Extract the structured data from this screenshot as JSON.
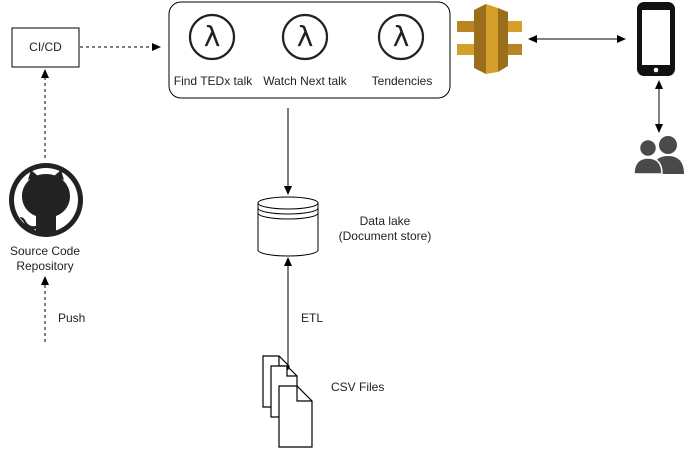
{
  "diagram": {
    "cicd": {
      "label": "CI/CD"
    },
    "lambda_group": {
      "functions": [
        {
          "label": "Find TEDx talk"
        },
        {
          "label": "Watch Next talk"
        },
        {
          "label": "Tendencies"
        }
      ]
    },
    "source_repo": {
      "label_line1": "Source Code",
      "label_line2": "Repository"
    },
    "push": {
      "label": "Push"
    },
    "data_lake": {
      "label_line1": "Data lake",
      "label_line2": "(Document store)"
    },
    "etl": {
      "label": "ETL"
    },
    "csv_files": {
      "label": "CSV Files"
    },
    "icons": {
      "lambda": "aws-lambda-icon",
      "api_gateway": "aws-api-gateway-icon",
      "github": "github-icon",
      "mobile": "mobile-phone-icon",
      "users": "users-icon",
      "database": "database-icon",
      "documents": "documents-icon"
    },
    "colors": {
      "stroke": "#000000",
      "api_gateway_gold": "#d4a02a",
      "api_gateway_dark": "#9a6e1a",
      "icon_dark": "#222222",
      "users_gray": "#4a4a4a"
    }
  }
}
